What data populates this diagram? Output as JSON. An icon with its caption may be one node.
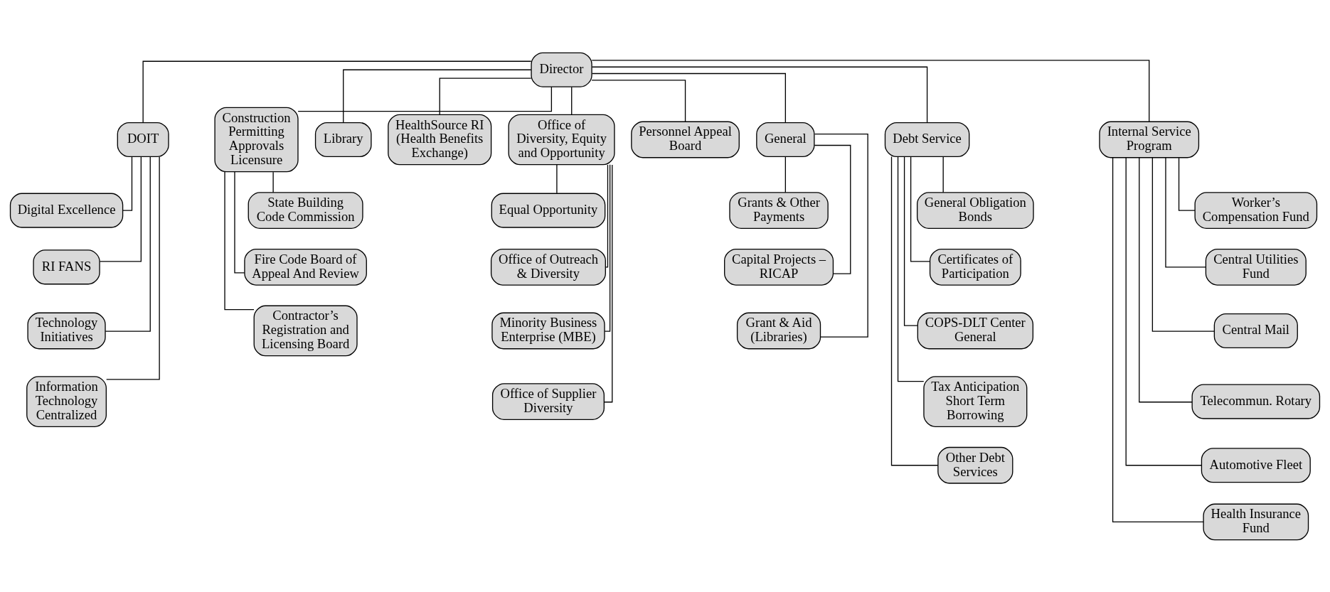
{
  "diagram": {
    "nodes": [
      {
        "text": [
          "Director"
        ]
      },
      {
        "text": [
          "DOIT"
        ]
      },
      {
        "text": [
          "Digital Excellence"
        ]
      },
      {
        "text": [
          "RI FANS"
        ]
      },
      {
        "text": [
          "Technology Initiatives"
        ]
      },
      {
        "text": [
          "Information Technology Centralized"
        ]
      },
      {
        "text": [
          "Construction Permitting Approvals Licensure"
        ]
      },
      {
        "text": [
          "State Building Code Commission"
        ]
      },
      {
        "text": [
          "Fire Code Board of Appeal And Review"
        ]
      },
      {
        "text": [
          "Contractor’s Registration and Licensing Board"
        ]
      },
      {
        "text": [
          "Library"
        ]
      },
      {
        "text": [
          "HealthSource RI (Health Benefits Exchange)"
        ]
      },
      {
        "text": [
          "Office of Diversity, Equity and Opportunity"
        ]
      },
      {
        "text": [
          "Equal Opportunity"
        ]
      },
      {
        "text": [
          "Office of Outreach & Diversity"
        ]
      },
      {
        "text": [
          "Minority Business Enterprise (MBE)"
        ]
      },
      {
        "text": [
          "Office of Supplier Diversity"
        ]
      },
      {
        "text": [
          "Personnel Appeal Board"
        ]
      },
      {
        "text": [
          "General"
        ]
      },
      {
        "text": [
          "Grants & Other Payments"
        ]
      },
      {
        "text": [
          "Capital Projects – RICAP"
        ]
      },
      {
        "text": [
          "Grant & Aid (Libraries)"
        ]
      },
      {
        "text": [
          "Debt Service"
        ]
      },
      {
        "text": [
          "General Obligation Bonds"
        ]
      },
      {
        "text": [
          "Certificates of Participation"
        ]
      },
      {
        "text": [
          "COPS-DLT Center General"
        ]
      },
      {
        "text": [
          "Tax Anticipation Short Term Borrowing"
        ]
      },
      {
        "text": [
          "Other Debt Services"
        ]
      },
      {
        "text": [
          "Internal Service Program"
        ]
      },
      {
        "text": [
          "Worker’s Compensation Fund"
        ]
      },
      {
        "text": [
          "Central Utilities Fund"
        ]
      },
      {
        "text": [
          "Central Mail"
        ]
      },
      {
        "text": [
          "Telecommun. Rotary"
        ]
      },
      {
        "text": [
          "Automotive Fleet"
        ]
      },
      {
        "text": [
          "Health Insurance Fund"
        ]
      }
    ],
    "edges": [
      {
        "from": 0,
        "to": 1,
        "arrow": "none"
      },
      {
        "from": 0,
        "to": 6,
        "arrow": "none"
      },
      {
        "from": 0,
        "to": 10,
        "arrow": "none"
      },
      {
        "from": 0,
        "to": 11,
        "arrow": "none"
      },
      {
        "from": 0,
        "to": 12,
        "arrow": "none"
      },
      {
        "from": 0,
        "to": 17,
        "arrow": "none"
      },
      {
        "from": 0,
        "to": 18,
        "arrow": "none"
      },
      {
        "from": 0,
        "to": 22,
        "arrow": "none"
      },
      {
        "from": 0,
        "to": 28,
        "arrow": "none"
      },
      {
        "from": 1,
        "to": 2,
        "arrow": "none"
      },
      {
        "from": 1,
        "to": 3,
        "arrow": "none"
      },
      {
        "from": 1,
        "to": 4,
        "arrow": "none"
      },
      {
        "from": 1,
        "to": 5,
        "arrow": "none"
      },
      {
        "from": 6,
        "to": 7,
        "arrow": "none"
      },
      {
        "from": 6,
        "to": 8,
        "arrow": "none"
      },
      {
        "from": 6,
        "to": 9,
        "arrow": "none"
      },
      {
        "from": 12,
        "to": 13,
        "arrow": "none"
      },
      {
        "from": 12,
        "to": 14,
        "arrow": "none"
      },
      {
        "from": 12,
        "to": 15,
        "arrow": "none"
      },
      {
        "from": 12,
        "to": 16,
        "arrow": "none"
      },
      {
        "from": 18,
        "to": 19,
        "arrow": "none"
      },
      {
        "from": 18,
        "to": 20,
        "arrow": "none"
      },
      {
        "from": 18,
        "to": 21,
        "arrow": "none"
      },
      {
        "from": 22,
        "to": 23,
        "arrow": "none"
      },
      {
        "from": 22,
        "to": 24,
        "arrow": "none"
      },
      {
        "from": 22,
        "to": 25,
        "arrow": "none"
      },
      {
        "from": 22,
        "to": 26,
        "arrow": "none"
      },
      {
        "from": 22,
        "to": 27,
        "arrow": "none"
      },
      {
        "from": 28,
        "to": 29,
        "arrow": "none"
      },
      {
        "from": 28,
        "to": 30,
        "arrow": "none"
      },
      {
        "from": 28,
        "to": 31,
        "arrow": "none"
      },
      {
        "from": 28,
        "to": 32,
        "arrow": "none"
      },
      {
        "from": 28,
        "to": 33,
        "arrow": "none"
      },
      {
        "from": 28,
        "to": 34,
        "arrow": "none"
      }
    ]
  }
}
